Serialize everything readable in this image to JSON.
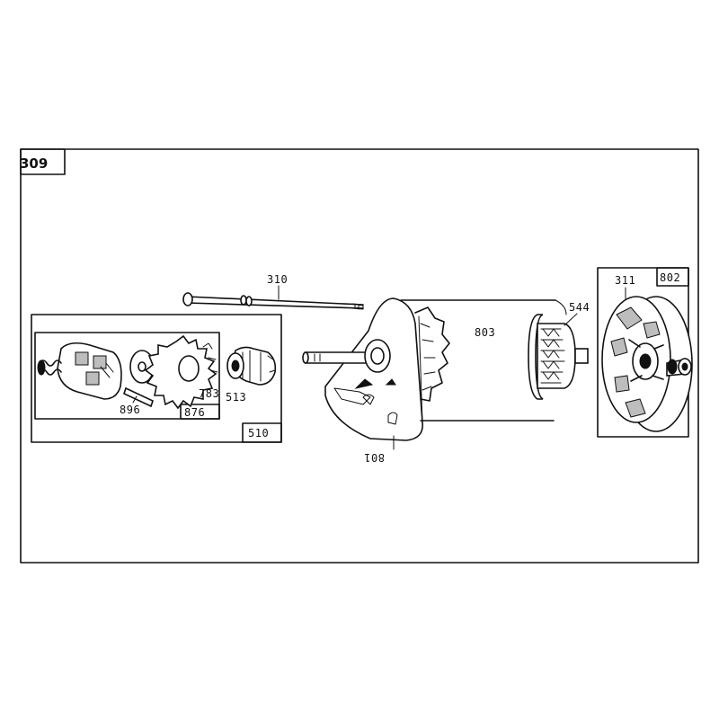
{
  "diagram": {
    "group_number": "309",
    "parts": {
      "p310": "310",
      "p803": "803",
      "p544": "544",
      "p311": "311",
      "p802": "802",
      "p896": "896",
      "p876": "876",
      "p783": "783",
      "p513": "513",
      "p510": "510",
      "p801": "801"
    }
  }
}
